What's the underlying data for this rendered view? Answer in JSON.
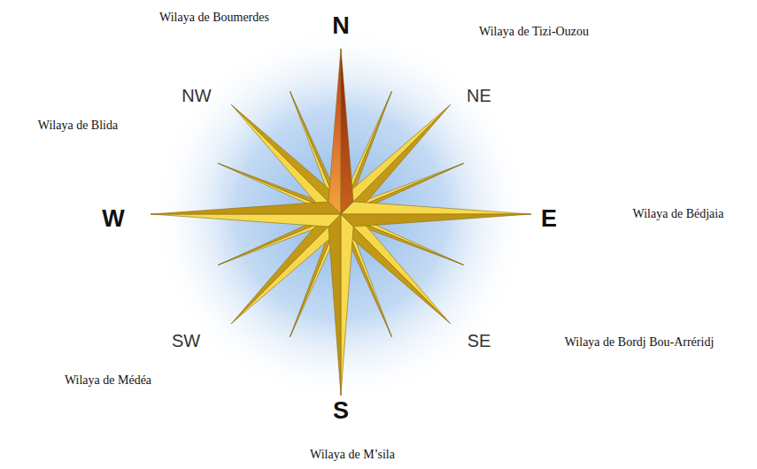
{
  "diagram": {
    "labels": [
      "Wilaya de Boumerdes",
      "N",
      "Wilaya de Tizi-Ouzou",
      "NW",
      "NE",
      "Wilaya de Blida",
      "W",
      "E",
      "Wilaya de Bédjaia",
      "SW",
      "SE",
      "Wilaya de Bordj Bou-Arréridj",
      "Wilaya de Médéa",
      "S",
      "Wilaya de M’sila"
    ]
  }
}
